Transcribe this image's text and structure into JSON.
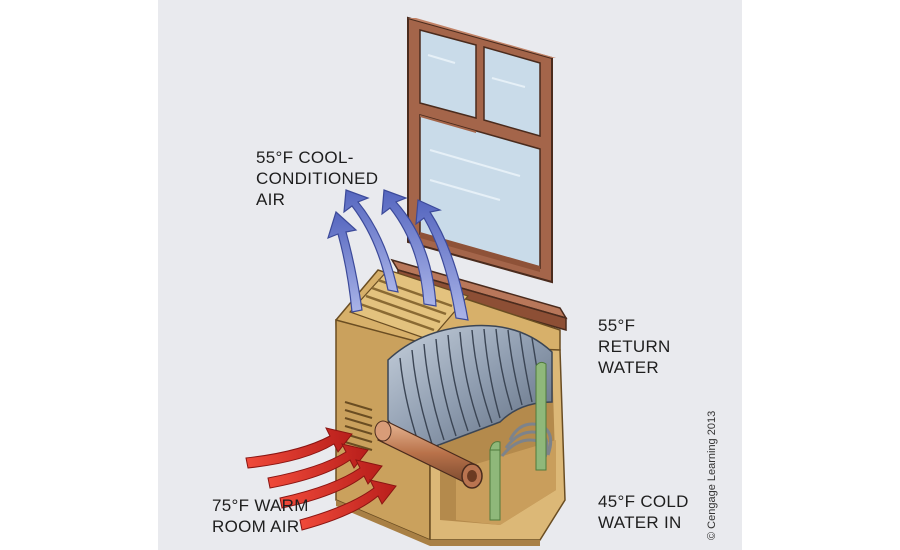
{
  "labels": {
    "supply_air": "55°F COOL-\nCONDITIONED\nAIR",
    "return_water": "55°F\nRETURN\nWATER",
    "room_air": "75°F WARM\nROOM AIR",
    "cold_water": "45°F COLD\nWATER IN"
  },
  "credit": "© Cengage Learning 2013",
  "colors": {
    "background": "#e9eaee",
    "cabinet": "#d7b06a",
    "window_frame": "#a4654a",
    "glass": "#c7dceb",
    "coil": "#9aa7b8",
    "cool_air_arrows": "#6f7fc8",
    "warm_air_arrows": "#d9342b",
    "pipes": "#7ea86a"
  },
  "icons": [
    "window",
    "fan-coil-unit",
    "cool-air-arrow",
    "warm-air-arrow",
    "water-pipe"
  ]
}
